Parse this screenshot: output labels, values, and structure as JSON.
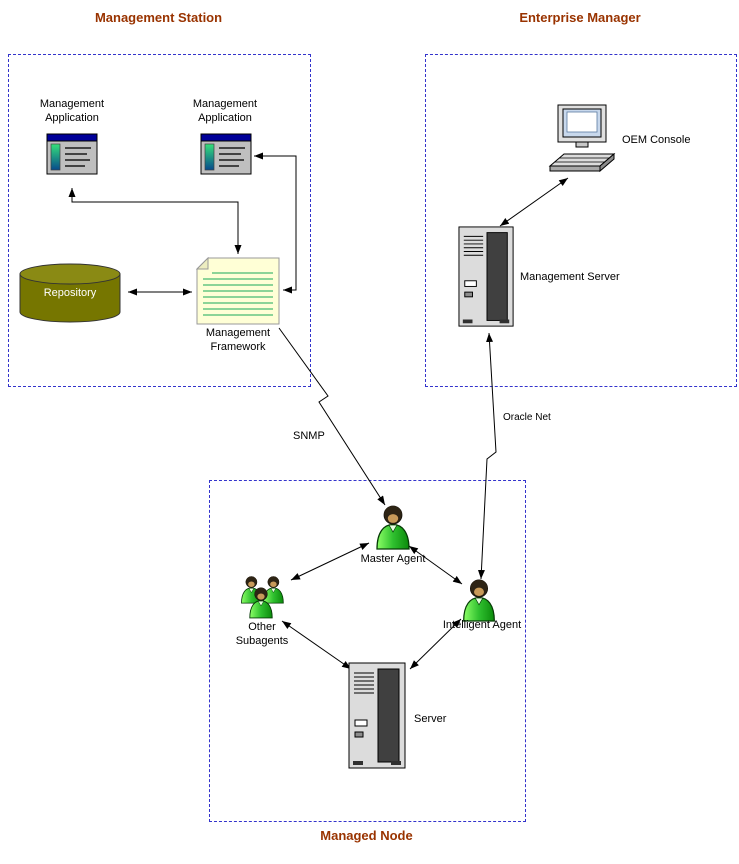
{
  "management_station": {
    "title": "Management Station",
    "app1_label": "Management\nApplication",
    "app2_label": "Management\nApplication",
    "repository_label": "Repository",
    "framework_label": "Management\nFramework"
  },
  "enterprise_manager": {
    "title": "Enterprise Manager",
    "oem_console_label": "OEM Console",
    "management_server_label": "Management Server"
  },
  "managed_node": {
    "title": "Managed Node",
    "master_agent_label": "Master Agent",
    "other_subagents_label": "Other\nSubagents",
    "intelligent_agent_label": "Intelligent Agent",
    "server_label": "Server"
  },
  "connections": {
    "snmp_label": "SNMP",
    "oracle_net_label": "Oracle Net"
  },
  "colors": {
    "section_title": "#993300",
    "dashed_border": "#3333CC",
    "repository_fill": "#767600",
    "framework_note_fill": "#FFFFD6",
    "framework_lines": "#18A858",
    "agent_green": "#2FC02F",
    "connector": "#000000"
  }
}
